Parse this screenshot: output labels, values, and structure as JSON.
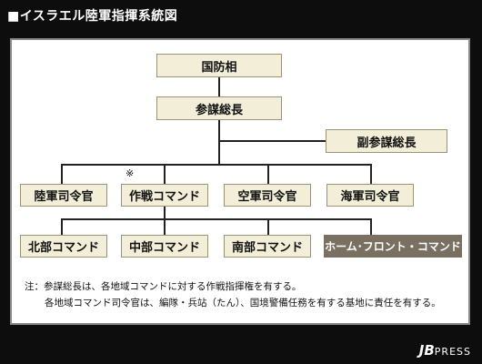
{
  "title": "■イスラエル陸軍指揮系統図",
  "nodes": {
    "minister": "国防相",
    "chief_of_staff": "参謀総長",
    "deputy_chief": "副参謀総長",
    "ground_forces": "陸軍司令官",
    "operations_command": "作戦コマンド",
    "air_force": "空軍司令官",
    "navy": "海軍司令官",
    "northern_command": "北部コマンド",
    "central_command": "中部コマンド",
    "southern_command": "南部コマンド",
    "home_front_command": "ホーム･フロント・コマンド"
  },
  "marker": "※",
  "notes": {
    "line1": "注：参謀総長は、各地域コマンドに対する作戦指揮権を有する。",
    "line2": "各地域コマンド司令官は、編隊・兵站（たん）、国境警備任務を有する基地に責任を有する。"
  },
  "brand": {
    "main": "JB",
    "sub": "PRESS"
  },
  "colors": {
    "background": "#0d0d0d",
    "node_fill": "#f2eed8",
    "accent_node_fill": "#7a7062"
  }
}
